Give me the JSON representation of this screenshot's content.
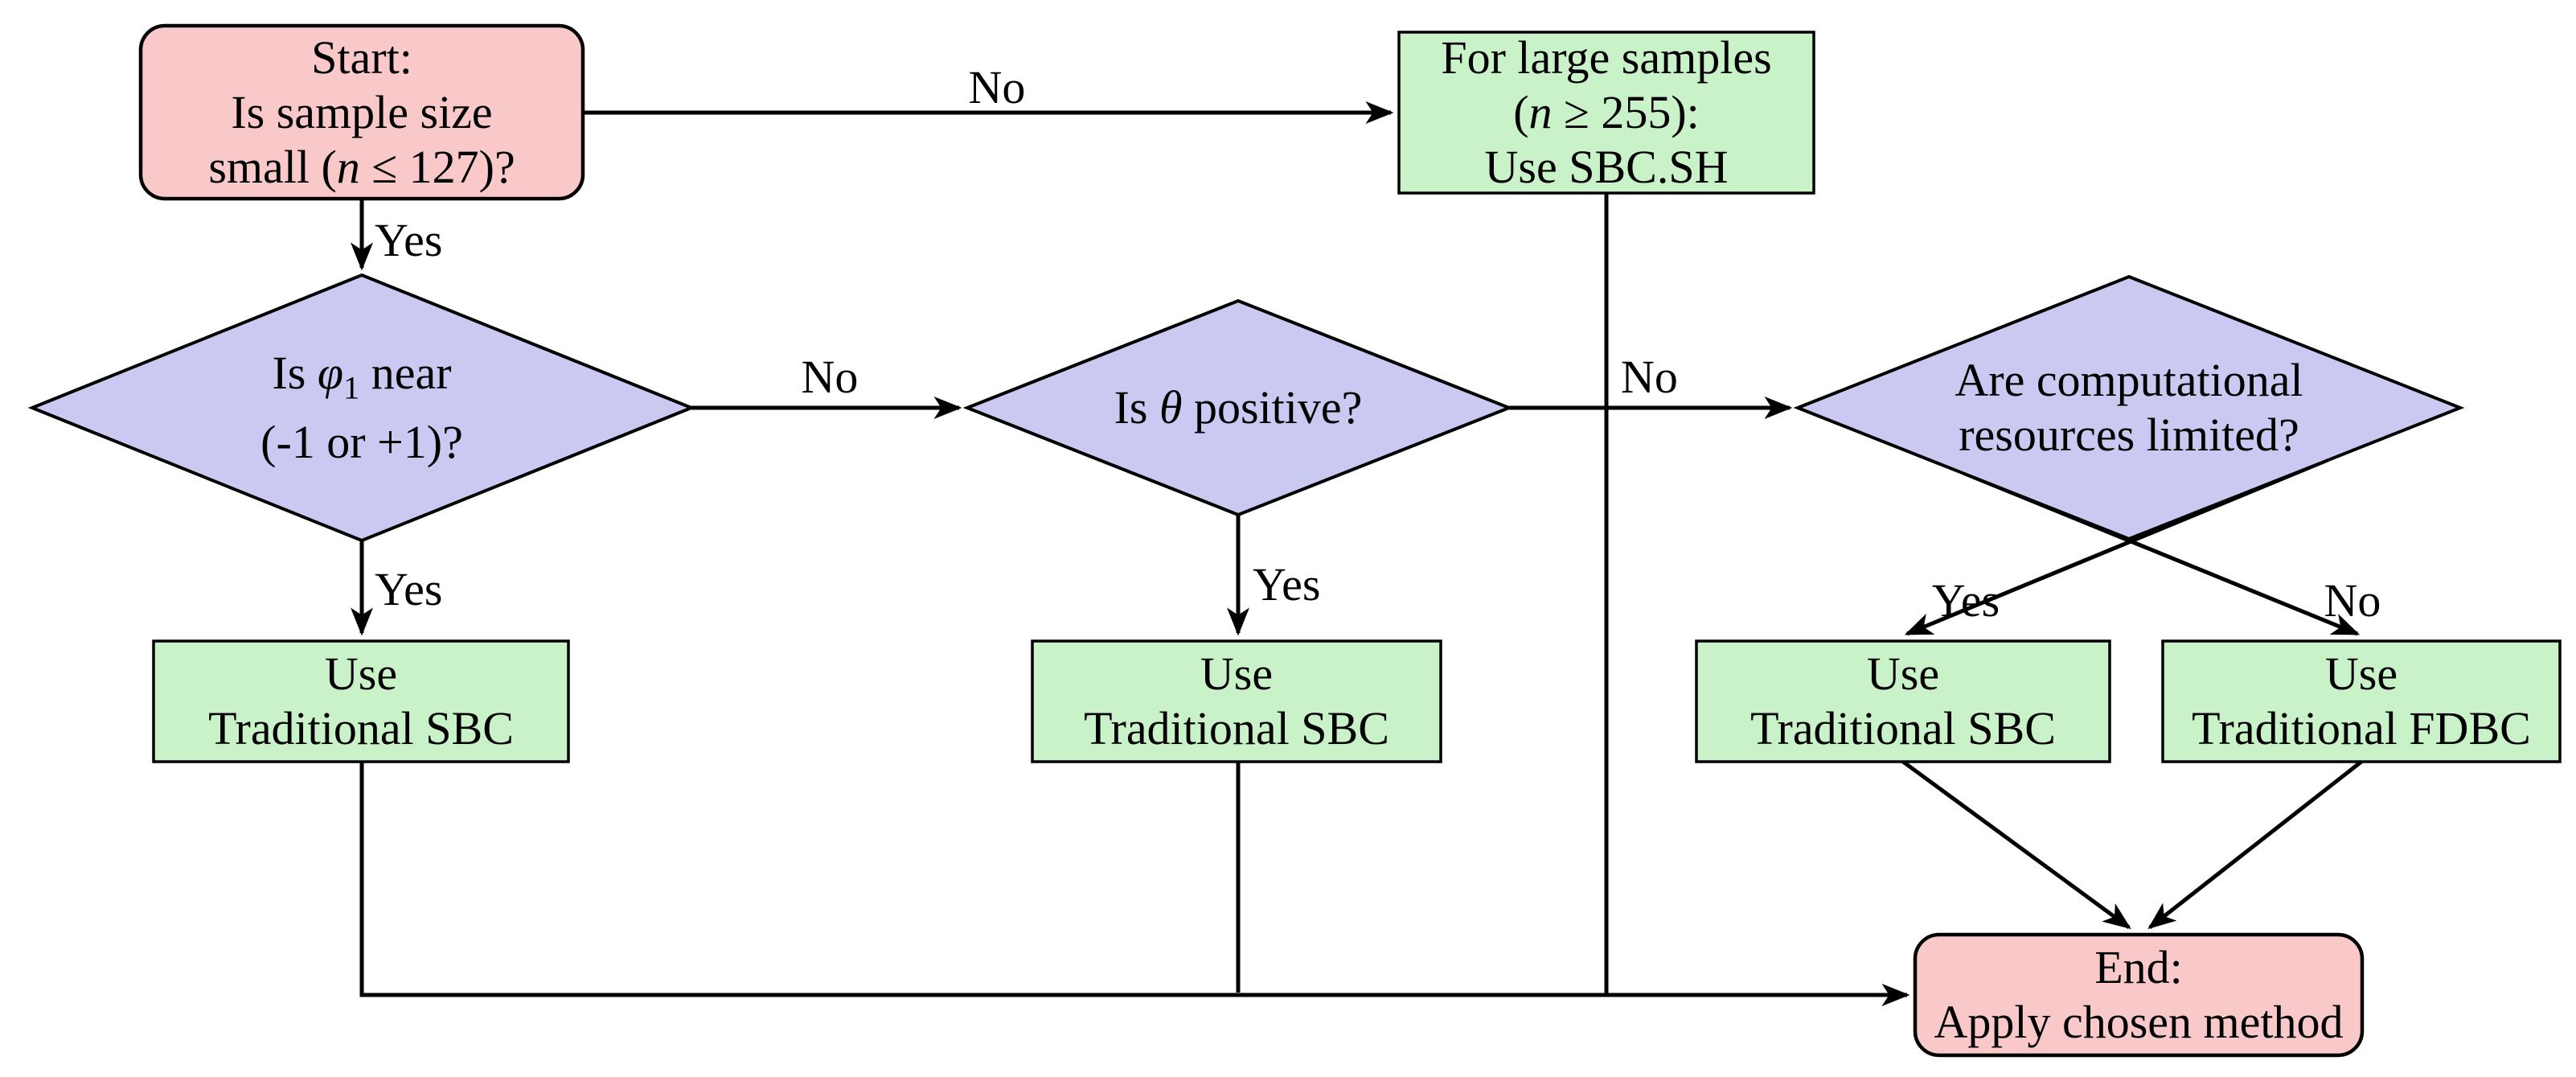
{
  "nodes": {
    "start": {
      "kind": "terminal",
      "lines": [
        "Start:",
        "Is sample size",
        "small (<i>n</i> ≤ 127)?"
      ]
    },
    "large_samples": {
      "kind": "process",
      "lines": [
        "For large samples",
        "(<i>n</i> ≥ 255):",
        "Use SBC.SH"
      ]
    },
    "phi_near": {
      "kind": "decision",
      "lines": [
        "Is <i>φ</i><sub>1</sub> near",
        "(-1 or +1)?"
      ]
    },
    "theta_positive": {
      "kind": "decision",
      "lines": [
        "Is <i>θ</i> positive?"
      ]
    },
    "resources_limited": {
      "kind": "decision",
      "lines": [
        "Are computational",
        "resources limited?"
      ]
    },
    "use_sbc_1": {
      "kind": "process",
      "lines": [
        "Use",
        "Traditional SBC"
      ]
    },
    "use_sbc_2": {
      "kind": "process",
      "lines": [
        "Use",
        "Traditional SBC"
      ]
    },
    "use_sbc_3": {
      "kind": "process",
      "lines": [
        "Use",
        "Traditional SBC"
      ]
    },
    "use_fdbc": {
      "kind": "process",
      "lines": [
        "Use",
        "Traditional FDBC"
      ]
    },
    "end": {
      "kind": "terminal",
      "lines": [
        "End:",
        "Apply chosen method"
      ]
    }
  },
  "edge_labels": {
    "start_no": "No",
    "start_yes": "Yes",
    "phi_no": "No",
    "phi_yes": "Yes",
    "theta_yes": "Yes",
    "theta_no": "No",
    "resources_yes": "Yes",
    "resources_no": "No"
  },
  "colors": {
    "terminal_fill": "#f9c9c9",
    "process_fill": "#c9f2c9",
    "decision_fill": "#c9c9f2",
    "line": "#000000"
  }
}
